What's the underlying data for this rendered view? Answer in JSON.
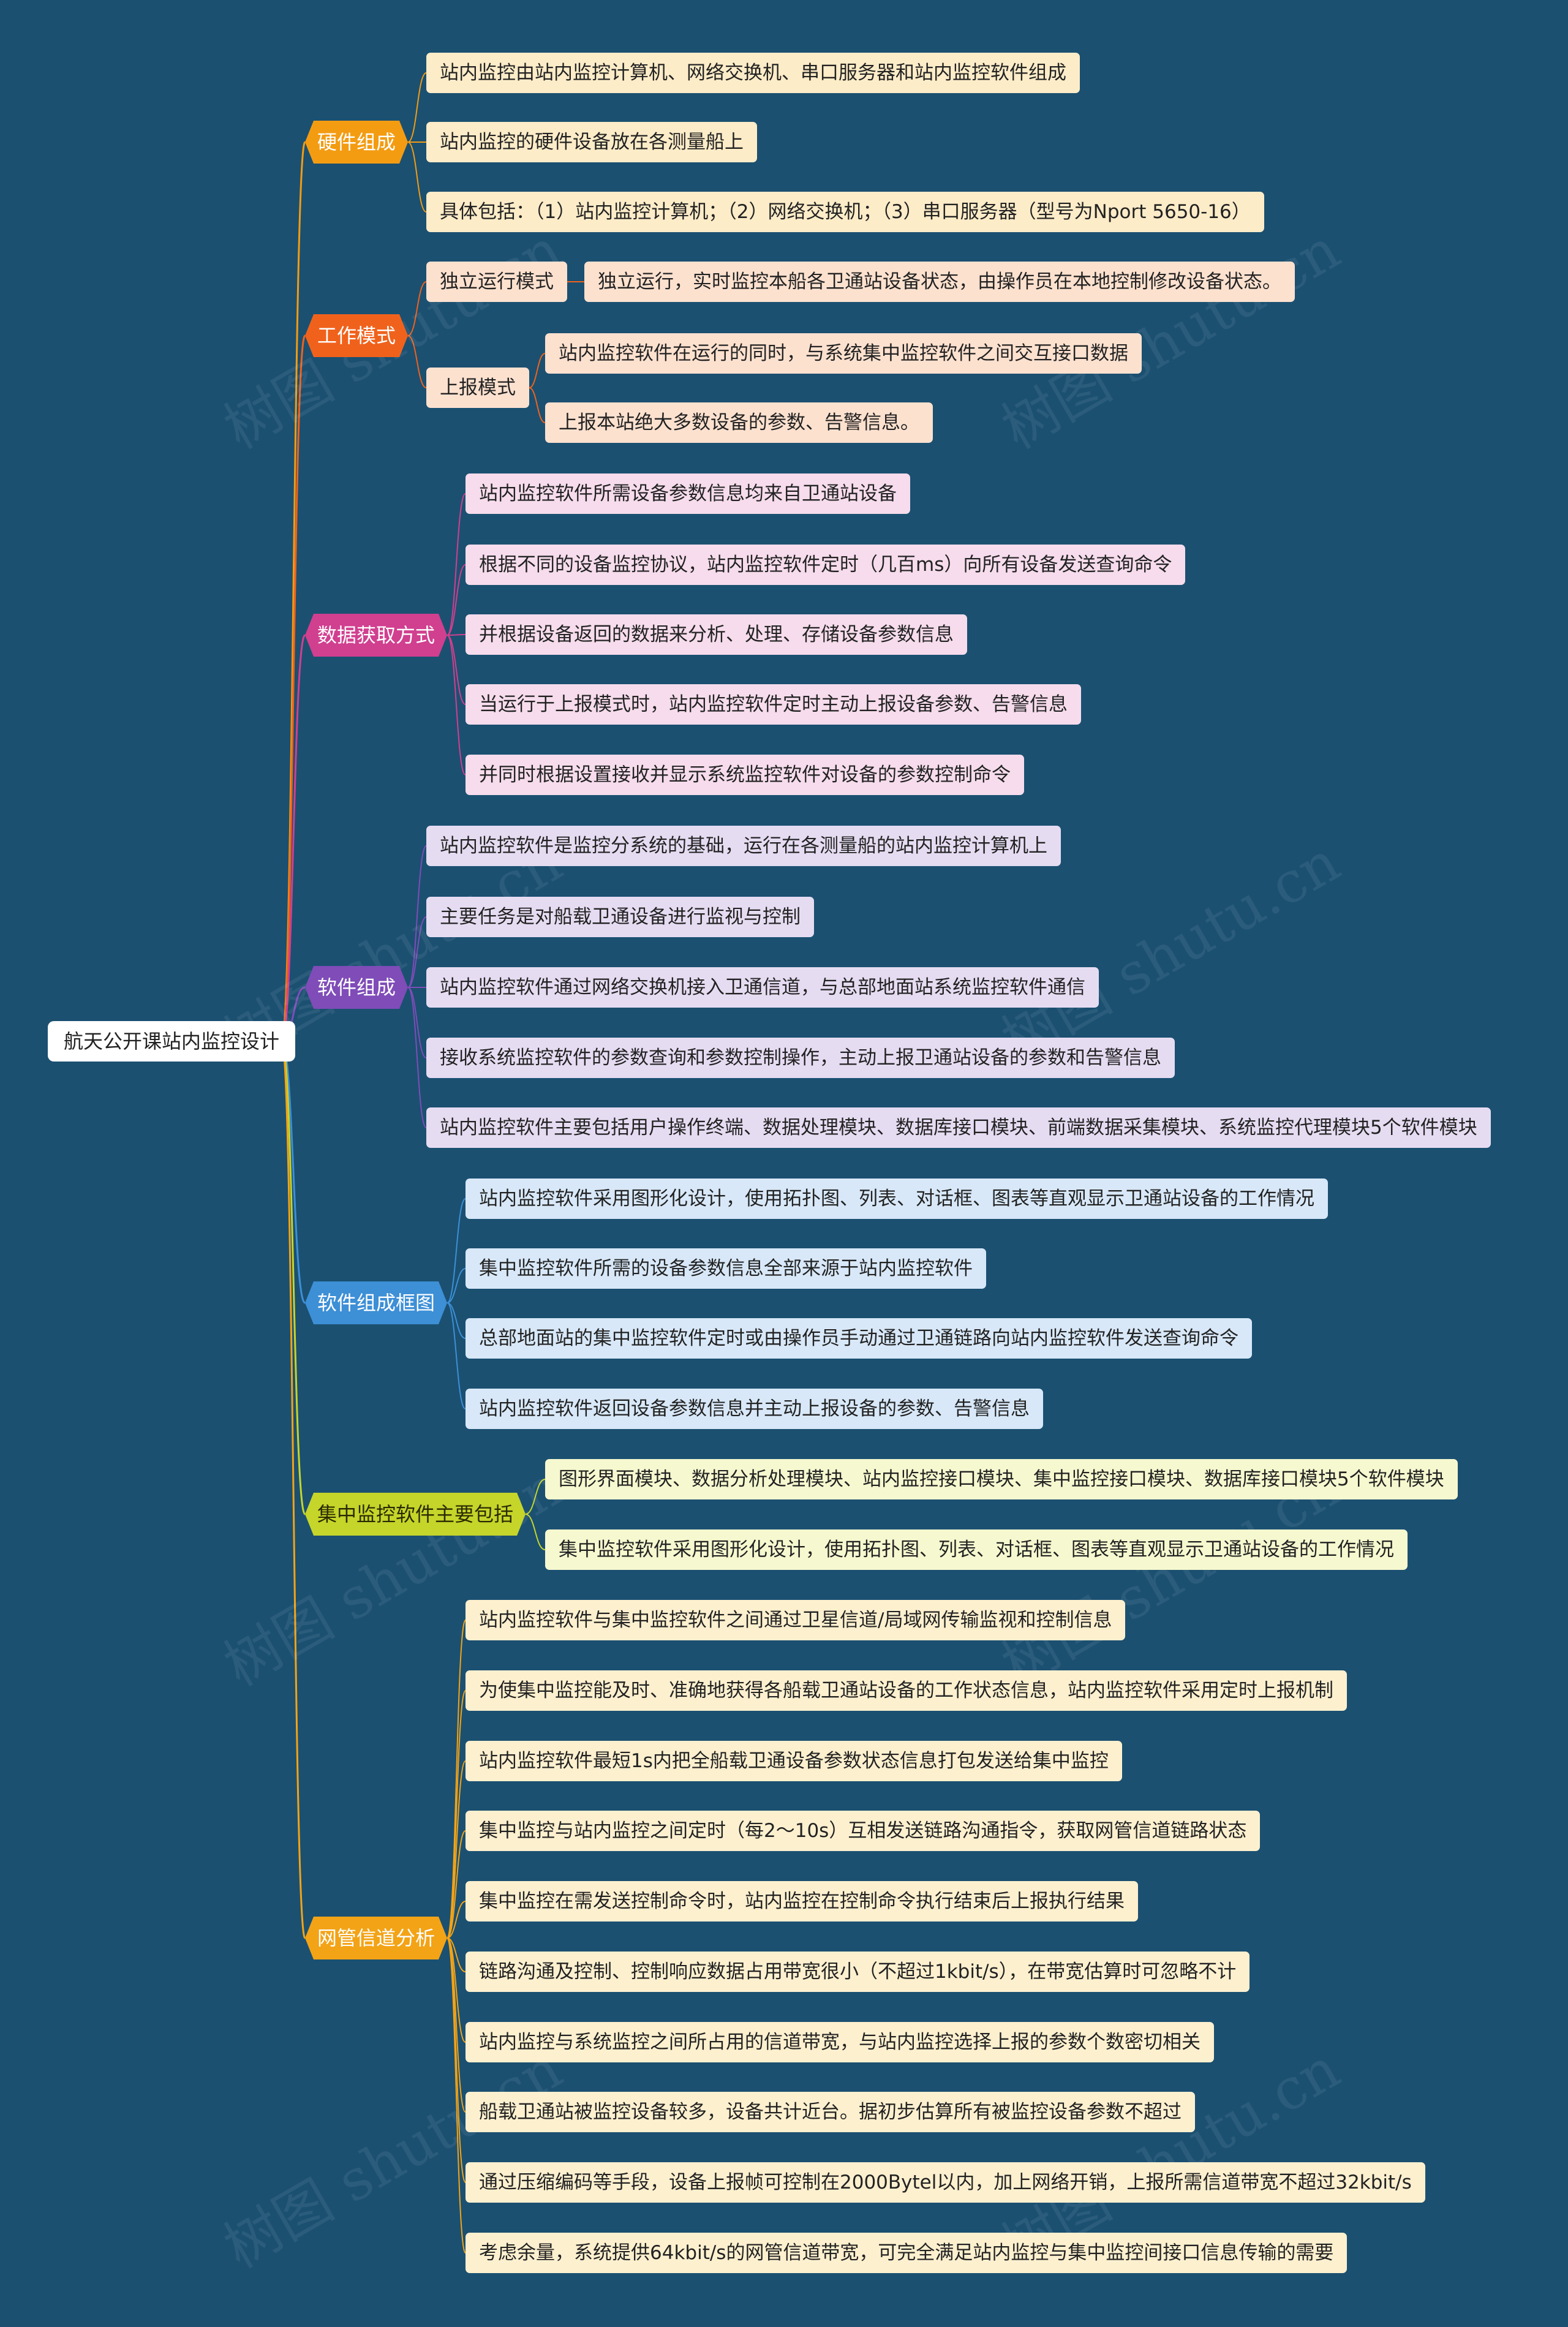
{
  "root": {
    "label": "航天公开课站内监控设计"
  },
  "branches": [
    {
      "label": "硬件组成",
      "color": "#f39c12",
      "leaf_bg": "#fdecc8",
      "items": [
        "站内监控由站内监控计算机、网络交换机、串口服务器和站内监控软件组成",
        "站内监控的硬件设备放在各测量船上",
        "具体包括：（1）站内监控计算机；（2）网络交换机；（3）串口服务器（型号为Nport 5650-16）"
      ]
    },
    {
      "label": "工作模式",
      "color": "#f0621c",
      "leaf_bg": "#fde1cf",
      "groups": [
        {
          "label": "独立运行模式",
          "items": [
            "独立运行，实时监控本船各卫通站设备状态，由操作员在本地控制修改设备状态。"
          ]
        },
        {
          "label": "上报模式",
          "items": [
            "站内监控软件在运行的同时，与系统集中监控软件之间交互接口数据",
            "上报本站绝大多数设备的参数、告警信息。"
          ]
        }
      ]
    },
    {
      "label": "数据获取方式",
      "color": "#d13f8f",
      "leaf_bg": "#f6dcec",
      "items": [
        "站内监控软件所需设备参数信息均来自卫通站设备",
        "根据不同的设备监控协议，站内监控软件定时（几百ms）向所有设备发送查询命令",
        "并根据设备返回的数据来分析、处理、存储设备参数信息",
        "当运行于上报模式时，站内监控软件定时主动上报设备参数、告警信息",
        "并同时根据设置接收并显示系统监控软件对设备的参数控制命令"
      ]
    },
    {
      "label": "软件组成",
      "color": "#7f4cb8",
      "leaf_bg": "#e6dcf2",
      "items": [
        "站内监控软件是监控分系统的基础，运行在各测量船的站内监控计算机上",
        "主要任务是对船载卫通设备进行监视与控制",
        "站内监控软件通过网络交换机接入卫通信道，与总部地面站系统监控软件通信",
        "接收系统监控软件的参数查询和参数控制操作，主动上报卫通站设备的参数和告警信息",
        "站内监控软件主要包括用户操作终端、数据处理模块、数据库接口模块、前端数据采集模块、系统监控代理模块5个软件模块"
      ]
    },
    {
      "label": "软件组成框图",
      "color": "#3d8fd6",
      "leaf_bg": "#d8e8f8",
      "items": [
        "站内监控软件采用图形化设计，使用拓扑图、列表、对话框、图表等直观显示卫通站设备的工作情况",
        "集中监控软件所需的设备参数信息全部来源于站内监控软件",
        "总部地面站的集中监控软件定时或由操作员手动通过卫通链路向站内监控软件发送查询命令",
        "站内监控软件返回设备参数信息并主动上报设备的参数、告警信息"
      ]
    },
    {
      "label": "集中监控软件主要包括",
      "color": "#c5d52a",
      "text_color": "#2a2a00",
      "leaf_bg": "#f6f8cf",
      "items": [
        "图形界面模块、数据分析处理模块、站内监控接口模块、集中监控接口模块、数据库接口模块5个软件模块",
        "集中监控软件采用图形化设计，使用拓扑图、列表、对话框、图表等直观显示卫通站设备的工作情况"
      ]
    },
    {
      "label": "网管信道分析",
      "color": "#f3a316",
      "leaf_bg": "#fdf0cf",
      "items": [
        "站内监控软件与集中监控软件之间通过卫星信道/局域网传输监视和控制信息",
        "为使集中监控能及时、准确地获得各船载卫通站设备的工作状态信息，站内监控软件采用定时上报机制",
        "站内监控软件最短1s内把全船载卫通设备参数状态信息打包发送给集中监控",
        "集中监控与站内监控之间定时（每2～10s）互相发送链路沟通指令，获取网管信道链路状态",
        "集中监控在需发送控制命令时，站内监控在控制命令执行结束后上报执行结果",
        "链路沟通及控制、控制响应数据占用带宽很小（不超过1kbit/s），在带宽估算时可忽略不计",
        "站内监控与系统监控之间所占用的信道带宽，与站内监控选择上报的参数个数密切相关",
        "船载卫通站被监控设备较多，设备共计近台。据初步估算所有被监控设备参数不超过",
        "通过压缩编码等手段，设备上报帧可控制在2000Bytel以内，加上网络开销，上报所需信道带宽不超过32kbit/s",
        "考虑余量，系统提供64kbit/s的网管信道带宽，可完全满足站内监控与集中监控间接口信息传输的需要"
      ]
    }
  ]
}
